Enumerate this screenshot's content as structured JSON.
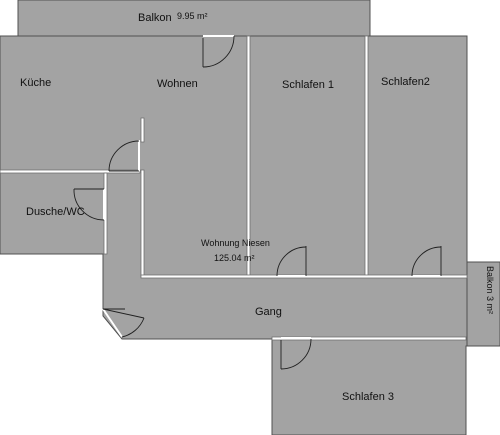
{
  "plan": {
    "balkon_top": {
      "name": "Balkon",
      "area": "9.95 m²"
    },
    "rooms": {
      "kueche": "Küche",
      "wohnen": "Wohnen",
      "schlafen1": "Schlafen 1",
      "schlafen2": "Schlafen2",
      "dusche": "Dusche/WC",
      "gang": "Gang",
      "schlafen3": "Schlafen 3"
    },
    "wohnung": {
      "name": "Wohnung Niesen",
      "area": "125.04 m²"
    },
    "balkon_right": "Balkon 3 m²"
  },
  "colors": {
    "floor": "#a3a3a3",
    "wall_outline": "#505050",
    "background": "#ffffff"
  }
}
